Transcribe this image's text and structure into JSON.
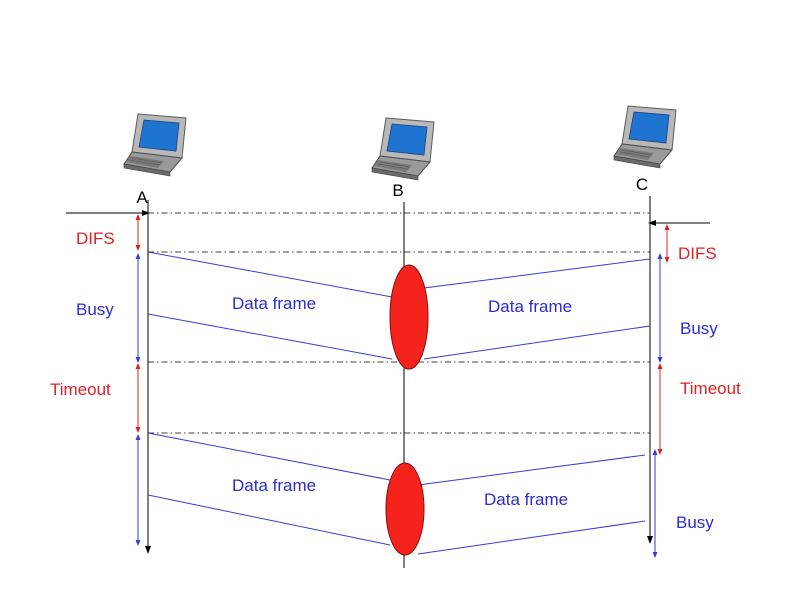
{
  "colors": {
    "background": "#ffffff",
    "timeline": "#000000",
    "frame": "#3a3ad8",
    "busy_label": "#2b2bd6",
    "red_label": "#e02020",
    "collision": "#f5231c",
    "collision_outline": "#8a0d0d"
  },
  "stations": [
    {
      "id": "a",
      "label": "A",
      "icon": "laptop-icon"
    },
    {
      "id": "b",
      "label": "B",
      "icon": "laptop-icon"
    },
    {
      "id": "c",
      "label": "C",
      "icon": "laptop-icon"
    }
  ],
  "labels": {
    "a_difs": "DIFS",
    "a_busy": "Busy",
    "a_timeout": "Timeout",
    "c_difs": "DIFS",
    "c_busy_1": "Busy",
    "c_timeout": "Timeout",
    "c_busy_2": "Busy",
    "frame_a1": "Data frame",
    "frame_c1": "Data frame",
    "frame_a2": "Data frame",
    "frame_c2": "Data frame"
  }
}
